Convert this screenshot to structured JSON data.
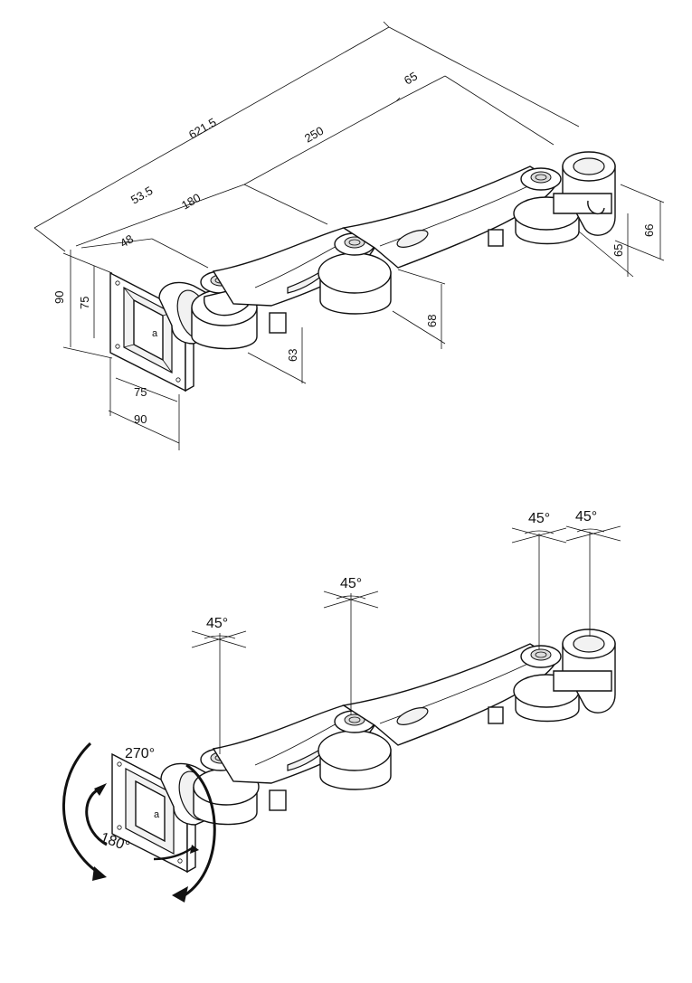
{
  "top_view": {
    "dimensions": {
      "total_length": "621.5",
      "offset_a": "53.5",
      "arm1_length": "180",
      "arm2_length": "250",
      "clamp_offset": "65",
      "plate_offset": "48",
      "plate_height_outer": "90",
      "plate_height_inner": "75",
      "plate_width_inner": "75",
      "plate_width_outer": "90",
      "joint1_height": "63",
      "joint2_height": "68",
      "clamp_height_inner": "65",
      "clamp_height_outer": "66"
    },
    "plate_mark": "a"
  },
  "bottom_view": {
    "joint_angles": [
      "45°",
      "45°",
      "45°",
      "45°"
    ],
    "plate_rotation": "270°",
    "plate_tilt": "180°",
    "plate_mark": "a"
  }
}
